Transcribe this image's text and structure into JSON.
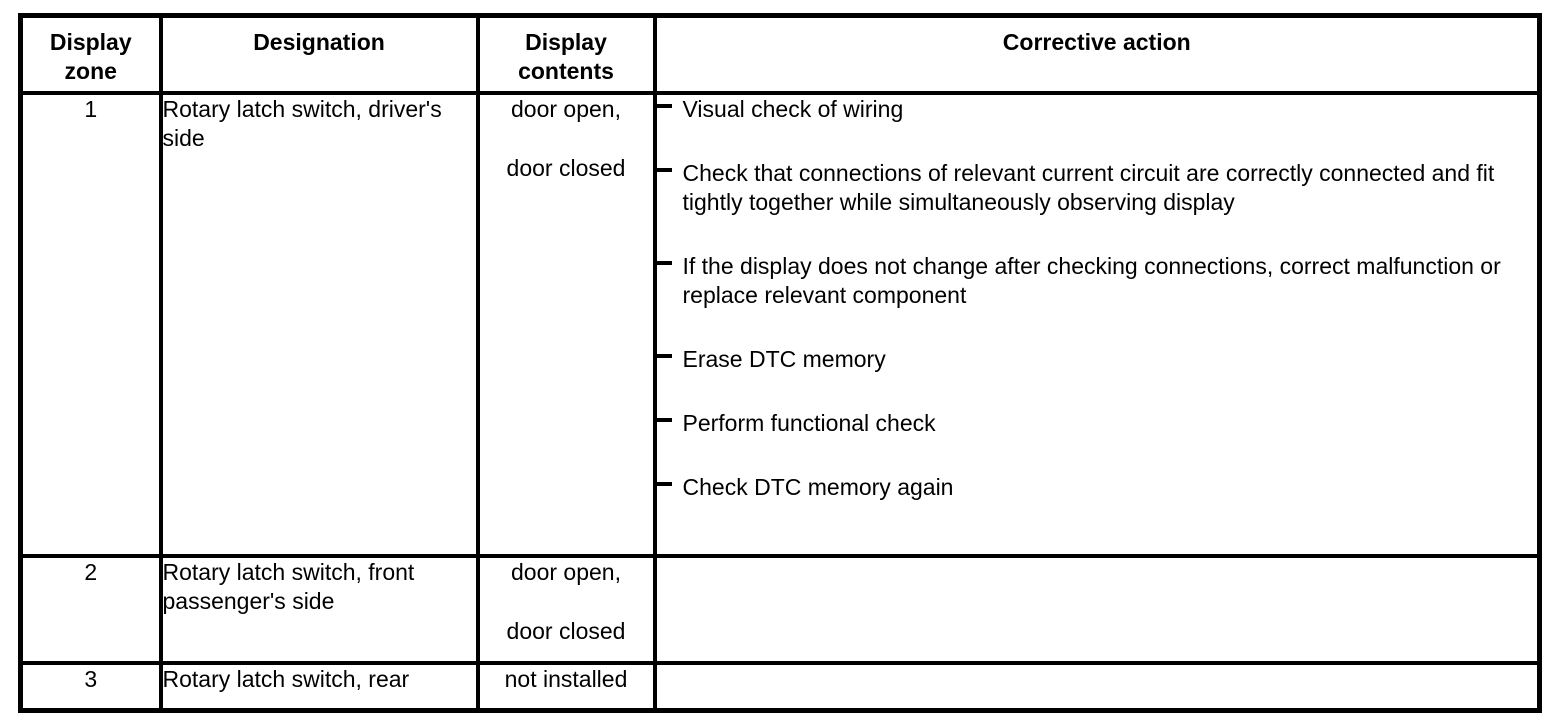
{
  "colors": {
    "text": "#000000",
    "border": "#000000",
    "background": "#ffffff"
  },
  "table": {
    "headers": [
      "Display zone",
      "Designation",
      "Display contents",
      "Corrective action"
    ],
    "rows": [
      {
        "zone": "1",
        "designation": "Rotary latch switch, driver's side",
        "contents": [
          "door open,",
          "door closed"
        ],
        "actions": [
          "Visual check of wiring",
          "Check that connections of relevant current circuit are correctly connected and fit tightly together while simultaneously observing display",
          "If the display does not change after checking connections, correct malfunction or replace relevant component",
          "Erase DTC memory",
          "Perform functional check",
          "Check DTC memory again"
        ]
      },
      {
        "zone": "2",
        "designation": "Rotary latch switch, front passenger's side",
        "contents": [
          "door open,",
          "door closed"
        ],
        "actions": []
      },
      {
        "zone": "3",
        "designation": "Rotary latch switch, rear",
        "contents": [
          "not installed"
        ],
        "actions": []
      }
    ]
  }
}
